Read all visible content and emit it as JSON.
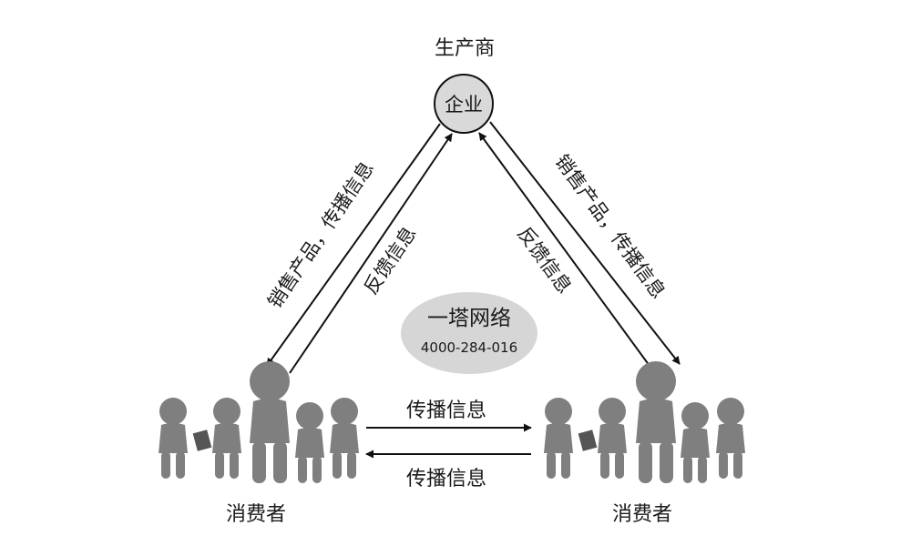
{
  "diagram": {
    "producer_label": "生产商",
    "enterprise_label": "企业",
    "left_outer_edge_label": "销售产品，传播信息",
    "left_inner_edge_label": "反馈信息",
    "right_outer_edge_label": "销售产品，传播信息",
    "right_inner_edge_label": "反馈信息",
    "top_bottom_edge_label": "传播信息",
    "bottom_bottom_edge_label": "传播信息",
    "left_consumer_label": "消费者",
    "right_consumer_label": "消费者",
    "watermark": {
      "name": "一塔网络",
      "phone": "4000-284-016"
    }
  },
  "colors": {
    "figure": "#7f7f7f",
    "node_fill": "#d9d9d9",
    "line": "#111111",
    "watermark_bg": "#d6d6d6"
  }
}
